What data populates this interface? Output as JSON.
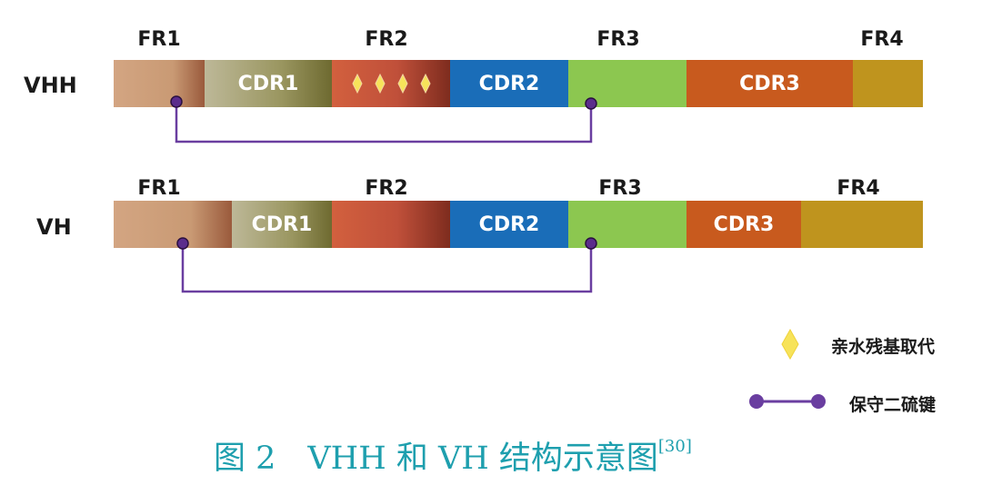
{
  "vhh": {
    "row_label": "VHH",
    "fr_labels": [
      "FR1",
      "FR2",
      "FR3",
      "FR4"
    ],
    "segments": [
      "CDR1",
      "CDR2",
      "CDR3"
    ]
  },
  "vh": {
    "row_label": "VH",
    "fr_labels": [
      "FR1",
      "FR2",
      "FR3",
      "FR4"
    ],
    "segments": [
      "CDR1",
      "CDR2",
      "CDR3"
    ]
  },
  "legend": {
    "diamond_label": "亲水残基取代",
    "bond_label": "保守二硫键"
  },
  "caption": {
    "text": "图 2　VHH 和 VH 结构示意图",
    "ref": "[30]"
  },
  "colors": {
    "fr1": "#cf9f7a",
    "cdr1": "#a8a67a",
    "fr2": "#c95a3c",
    "cdr2": "#1a6db8",
    "fr3": "#8cc750",
    "cdr3": "#c85a1e",
    "fr4": "#bf941e",
    "bond": "#6a3ea0",
    "diamond": "#f7e35a",
    "caption": "#1e9fae"
  }
}
